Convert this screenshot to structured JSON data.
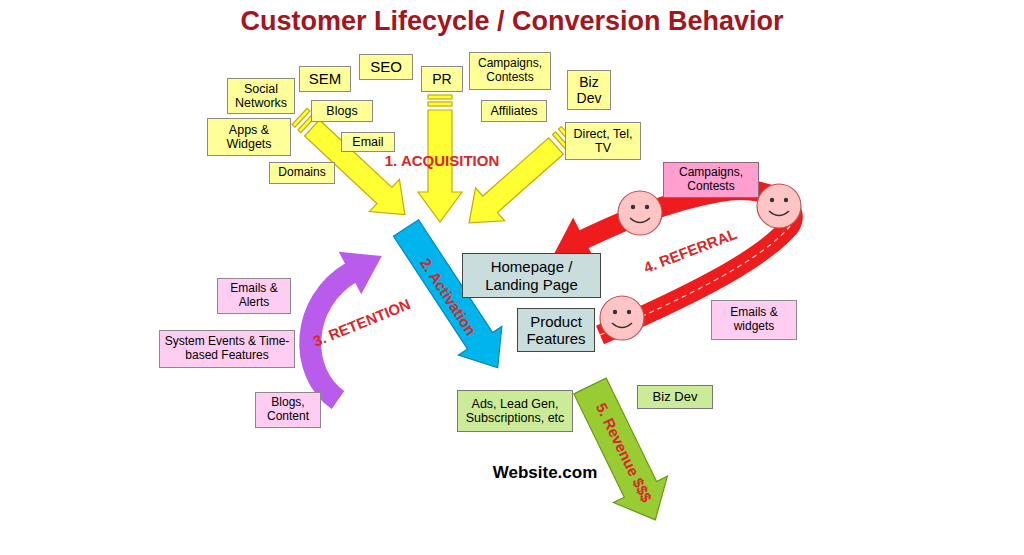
{
  "diagram": {
    "title": "Customer Lifecycle / Conversion Behavior",
    "nodes": [
      {
        "text": [
          "Social Networks"
        ]
      },
      {
        "text": [
          "SEM"
        ]
      },
      {
        "text": [
          "SEO"
        ]
      },
      {
        "text": [
          "PR"
        ]
      },
      {
        "text": [
          "Campaigns, Contests"
        ]
      },
      {
        "text": [
          "Biz Dev"
        ]
      },
      {
        "text": [
          "Apps & Widgets"
        ]
      },
      {
        "text": [
          "Blogs"
        ]
      },
      {
        "text": [
          "Affiliates"
        ]
      },
      {
        "text": [
          "Email"
        ]
      },
      {
        "text": [
          "Direct, Tel, TV"
        ]
      },
      {
        "text": [
          "Domains"
        ]
      },
      {
        "text": [
          "Campaigns, Contests"
        ]
      },
      {
        "text": [
          "Website.com"
        ]
      },
      {
        "text": [
          "Homepage / Landing Page"
        ],
        "in": 13
      },
      {
        "text": [
          "Product Features"
        ],
        "in": 13
      },
      {
        "text": [
          "Ads, Lead Gen, Subscriptions, etc"
        ],
        "in": 13
      },
      {
        "text": [
          "Biz Dev"
        ]
      },
      {
        "text": [
          "Emails & widgets"
        ]
      },
      {
        "text": [
          "Emails & Alerts"
        ]
      },
      {
        "text": [
          "System Events & Time-based Features"
        ]
      },
      {
        "text": [
          "Blogs, Content"
        ]
      }
    ],
    "labels": [
      "1. ACQUISITION",
      "2. Activation",
      "3. RETENTION",
      "4. REFERRAL",
      "5. Revenue $$$"
    ]
  }
}
